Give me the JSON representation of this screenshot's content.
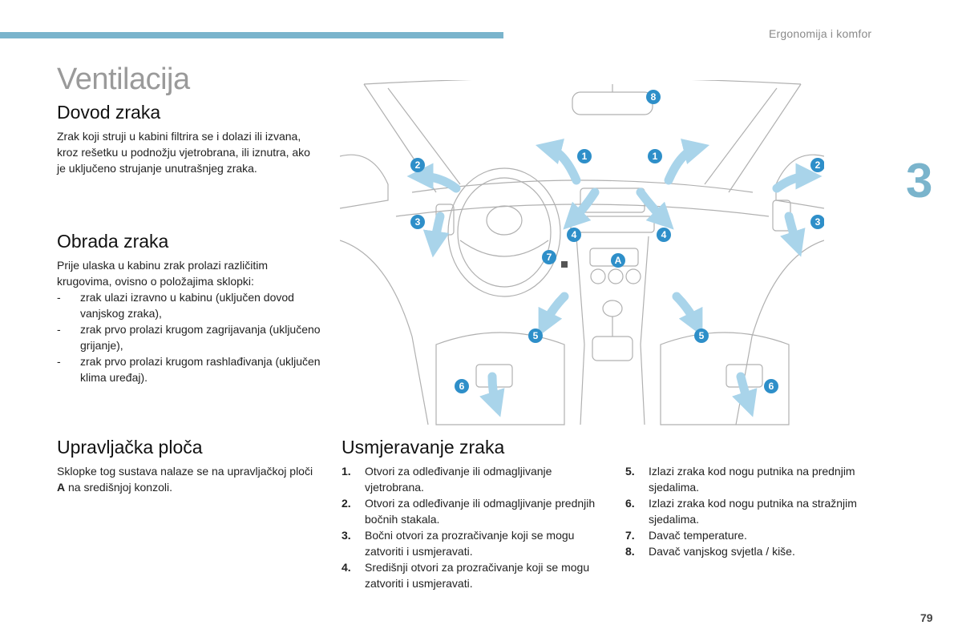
{
  "header": {
    "section": "Ergonomija i komfor",
    "chapter": "3"
  },
  "title": "Ventilacija",
  "dovod": {
    "heading": "Dovod zraka",
    "text": "Zrak koji struji u kabini filtrira se i dolazi ili izvana, kroz rešetku u podnožju vjetrobrana, ili iznutra, ako je uključeno strujanje unutrašnjeg zraka."
  },
  "obrada": {
    "heading": "Obrada zraka",
    "intro": "Prije ulaska u kabinu zrak prolazi različitim krugovima, ovisno o položajima sklopki:",
    "items": [
      "zrak ulazi izravno u kabinu (uključen dovod vanjskog zraka),",
      "zrak prvo prolazi krugom zagrijavanja (uključeno grijanje),",
      "zrak prvo prolazi krugom rashlađivanja (uključen klima uređaj)."
    ]
  },
  "upravljacka": {
    "heading": "Upravljačka ploča",
    "text_before": "Sklopke tog sustava nalaze se na upravljačkoj ploči ",
    "bold": "A",
    "text_after": " na središnjoj konzoli."
  },
  "usmjeravanje": {
    "heading": "Usmjeravanje zraka",
    "items": [
      {
        "num": "1.",
        "text": "Otvori za odleđivanje ili odmagljivanje vjetrobrana."
      },
      {
        "num": "2.",
        "text": "Otvori za odleđivanje ili odmagljivanje prednjih bočnih stakala."
      },
      {
        "num": "3.",
        "text": "Bočni otvori za prozračivanje koji se mogu zatvoriti i usmjeravati."
      },
      {
        "num": "4.",
        "text": "Središnji otvori za prozračivanje koji se mogu zatvoriti i usmjeravati."
      },
      {
        "num": "5.",
        "text": "Izlazi zraka kod nogu putnika na prednjim sjedalima."
      },
      {
        "num": "6.",
        "text": "Izlazi zraka kod nogu putnika na stražnjim sjedalima."
      },
      {
        "num": "7.",
        "text": "Davač temperature."
      },
      {
        "num": "8.",
        "text": "Davač vanjskog svjetla / kiše."
      }
    ]
  },
  "diagram": {
    "callouts": [
      "1",
      "1",
      "2",
      "2",
      "3",
      "3",
      "4",
      "4",
      "5",
      "5",
      "6",
      "6",
      "7",
      "8",
      "A"
    ],
    "colors": {
      "callout": "#2e8fc9",
      "arrow": "#a9d4ea",
      "line": "#9a9a9a"
    }
  },
  "page_number": "79"
}
